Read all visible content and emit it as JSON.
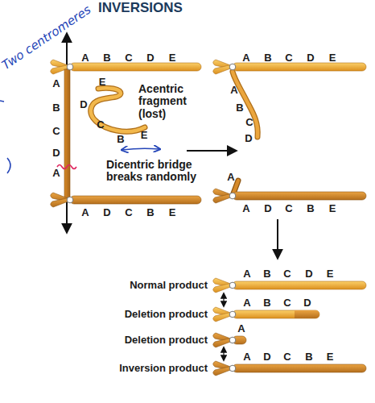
{
  "diagram": {
    "title": "INVERSIONS",
    "labels": [
      "Two centromeres",
      "A",
      "B",
      "C",
      "D",
      "E",
      "A",
      "B",
      "C",
      "D",
      "A",
      "E",
      "D",
      "C",
      "B",
      "E",
      "Acentric fragment (lost)",
      "Dicentric bridge breaks randomly",
      "A",
      "D",
      "C",
      "B",
      "E",
      "A",
      "B",
      "C",
      "D",
      "E",
      "A",
      "B",
      "C",
      "D",
      "A",
      "A",
      "D",
      "C",
      "B",
      "E",
      "Normal product",
      "A",
      "B",
      "C",
      "D",
      "E",
      "Deletion product",
      "A",
      "B",
      "C",
      "D",
      "Deletion product",
      "A",
      "Inversion product",
      "A",
      "D",
      "C",
      "B",
      "E"
    ]
  }
}
